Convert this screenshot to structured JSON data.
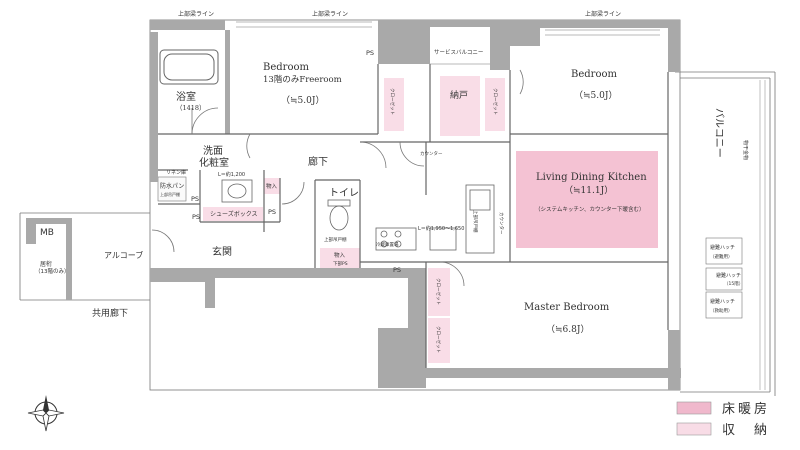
{
  "rooms": {
    "bedroom_top": {
      "title": "Bedroom",
      "sub": "13階のみFreeroom",
      "area": "（≒5.0J）"
    },
    "bedroom_right": {
      "title": "Bedroom",
      "area": "（≒5.0J）"
    },
    "bath": {
      "title": "浴室",
      "sub": "（1418）"
    },
    "wash": {
      "title1": "洗面",
      "title2": "化粧室"
    },
    "hall": {
      "title": "廊下"
    },
    "toilet": {
      "title": "トイレ"
    },
    "ldk": {
      "title": "Living Dining Kitchen",
      "area": "（≒11.1J）",
      "note": "（システムキッチン、カウンター下暖含む）"
    },
    "master": {
      "title": "Master Bedroom",
      "area": "（≒6.8J）"
    },
    "entrance": {
      "title": "玄関"
    },
    "alcove": {
      "title": "アルコーブ"
    },
    "corridor": {
      "title": "共用廊下"
    },
    "mb": {
      "title": "MB"
    },
    "kyoko": {
      "line1": "居桁",
      "line2": "（13階のみ）"
    },
    "nando": {
      "title": "納戸"
    },
    "balcony": {
      "title": "バルコニー"
    },
    "service_balcony": {
      "title": "サービスバルコニー"
    }
  },
  "labels": {
    "ceiling_line_1": "上部梁ライン",
    "ceiling_line_2": "上部梁ライン",
    "ceiling_line_3": "上部梁ライン",
    "ps": "PS",
    "closet": "クローゼット",
    "counter": "カウンター",
    "linen": "リネン庫",
    "waterproof_pan": "防水パン",
    "waterproof_pan_sub": "上部吊戸棚",
    "wash_counter": "L＝約1,200",
    "storage": "物入",
    "storage_sub": "下部PS",
    "shoes_box": "シューズボックス",
    "toilet_shelf": "上部吊戸棚",
    "kitchen_counter": "L＝約1,950～1,650",
    "fridge": "冷蔵庫置場",
    "upper_shelf": "上部吊戸棚",
    "outdoor_unit": "物干金物",
    "hatch1": "避難ハッチ",
    "hatch1_sub": "（避難用）",
    "hatch2": "避難ハッチ",
    "hatch2_sub": "（15階）",
    "hatch3": "避難ハッチ",
    "hatch3_sub": "（救助用）"
  },
  "legend": {
    "floor_heating": "床暖房",
    "storage": "収　納",
    "floor_heating_color": "#f0b8cc",
    "storage_color": "#f8dce6"
  },
  "colors": {
    "wall": "#a7a7a7",
    "wall_dark": "#8f8f8f",
    "line": "#555555"
  },
  "compass": {
    "icon": "compass-icon"
  }
}
